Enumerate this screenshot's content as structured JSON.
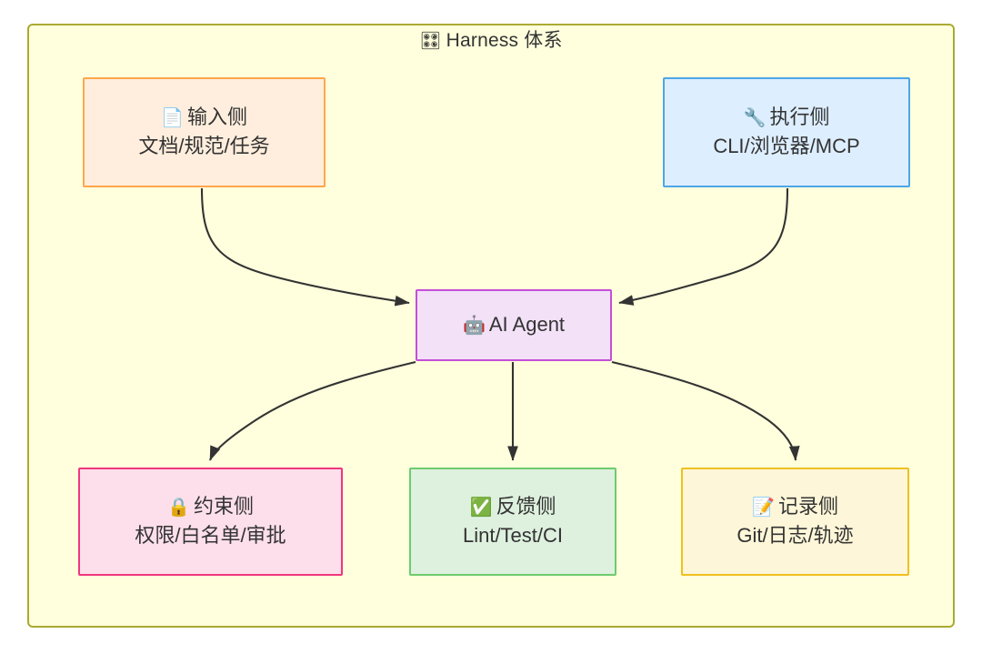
{
  "diagram": {
    "title": {
      "icon": "control-knobs-icon",
      "icon_glyph": "🎛",
      "text": "Harness 体系"
    },
    "container": {
      "fill": "#ffffdd",
      "border": "#aaaa33"
    },
    "edge_color": "#333333",
    "nodes": [
      {
        "id": "input",
        "icon": "page-facing-up-icon",
        "icon_glyph": "📄",
        "line1": "输入侧",
        "line2": "文档/规范/任务",
        "fill": "#ffeedd",
        "border": "#ffa64d"
      },
      {
        "id": "exec",
        "icon": "wrench-icon",
        "icon_glyph": "🔧",
        "line1": "执行侧",
        "line2": "CLI/浏览器/MCP",
        "fill": "#ddeeff",
        "border": "#4da6e8"
      },
      {
        "id": "agent",
        "icon": "robot-icon",
        "icon_glyph": "🤖",
        "line1": "AI Agent",
        "line2": "",
        "fill": "#f2e1f7",
        "border": "#c44fd8"
      },
      {
        "id": "constraint",
        "icon": "lock-icon",
        "icon_glyph": "🔒",
        "line1": "约束侧",
        "line2": "权限/白名单/审批",
        "fill": "#fcdfea",
        "border": "#f0367e"
      },
      {
        "id": "feedback",
        "icon": "check-mark-button-icon",
        "icon_glyph": "✅",
        "line1": "反馈侧",
        "line2": "Lint/Test/CI",
        "fill": "#def0de",
        "border": "#6ecb6e"
      },
      {
        "id": "record",
        "icon": "memo-icon",
        "icon_glyph": "📝",
        "line1": "记录侧",
        "line2": "Git/日志/轨迹",
        "fill": "#fdf6d8",
        "border": "#f0c020"
      }
    ],
    "edges": [
      {
        "from": "input",
        "to": "agent"
      },
      {
        "from": "exec",
        "to": "agent"
      },
      {
        "from": "agent",
        "to": "constraint"
      },
      {
        "from": "agent",
        "to": "feedback"
      },
      {
        "from": "agent",
        "to": "record"
      }
    ]
  }
}
